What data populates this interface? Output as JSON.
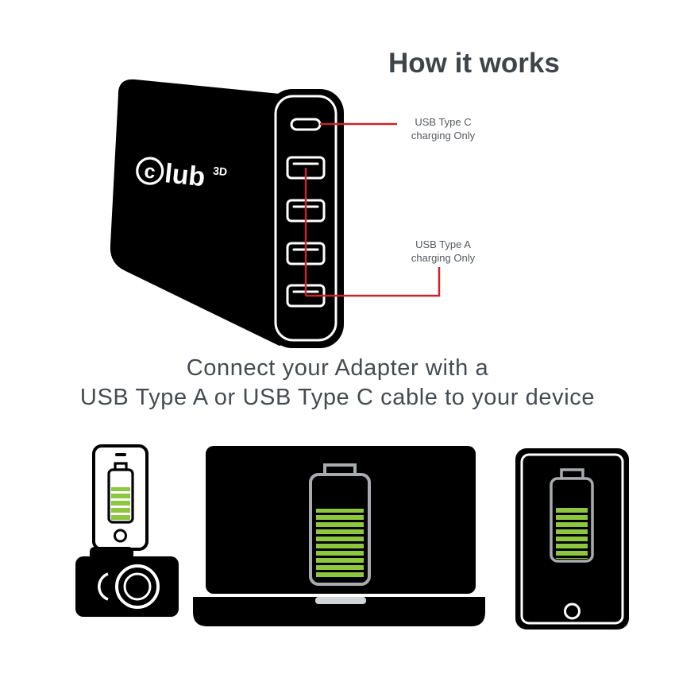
{
  "title": "How it works",
  "logo": {
    "c": "c",
    "lub": "lub",
    "sup": "3D"
  },
  "callouts": {
    "usb_c_line1": "USB Type C",
    "usb_c_line2": "charging Only",
    "usb_a_line1": "USB Type A",
    "usb_a_line2": "charging Only"
  },
  "caption": {
    "line1": "Connect your Adapter with a",
    "line2": "USB Type A or USB Type C cable to your device"
  },
  "icons": {
    "charger": "usb-charger-device",
    "usb_c_port": "usb-type-c-port",
    "usb_a_port": "usb-type-a-port",
    "phone": "smartphone-charging-icon",
    "camera": "camera-icon",
    "laptop": "laptop-charging-icon",
    "tablet": "tablet-charging-icon",
    "battery": "battery-level-icon"
  },
  "colors": {
    "accent_red": "#c9242b",
    "battery_green": "#8dc63f",
    "device_black": "#000000",
    "title_gray": "#3f444a",
    "caption_gray": "#464b50",
    "callout_gray": "#55595e",
    "background": "#ffffff"
  }
}
